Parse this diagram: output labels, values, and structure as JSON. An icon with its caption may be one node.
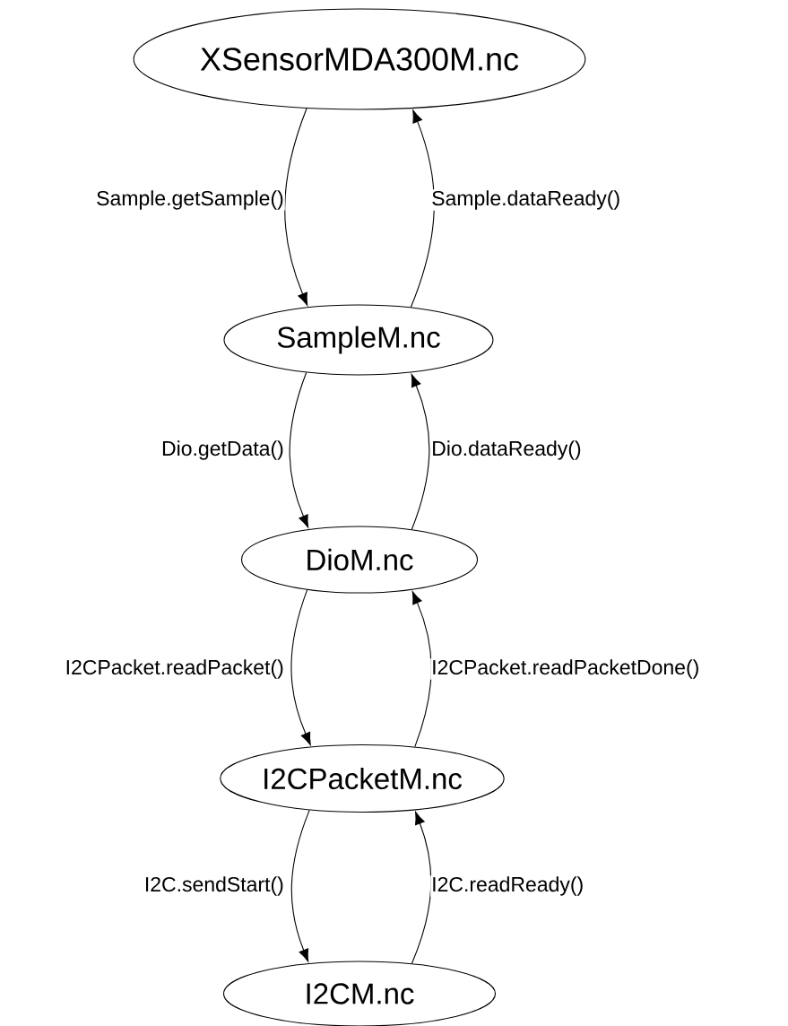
{
  "diagram": {
    "nodes": [
      {
        "text": [
          "XSensorMDA300M.nc"
        ]
      },
      {
        "text": [
          "SampleM.nc"
        ]
      },
      {
        "text": [
          "DioM.nc"
        ]
      },
      {
        "text": [
          "I2CPacketM.nc"
        ]
      },
      {
        "text": [
          "I2CM.nc"
        ]
      }
    ],
    "edges": [
      {
        "from": 0,
        "to": 1,
        "arrow": "to",
        "label": "Sample.getSample()"
      },
      {
        "from": 1,
        "to": 0,
        "arrow": "to",
        "label": "Sample.dataReady()"
      },
      {
        "from": 1,
        "to": 2,
        "arrow": "to",
        "label": "Dio.getData()"
      },
      {
        "from": 2,
        "to": 1,
        "arrow": "to",
        "label": "Dio.dataReady()"
      },
      {
        "from": 2,
        "to": 3,
        "arrow": "to",
        "label": "I2CPacket.readPacket()"
      },
      {
        "from": 3,
        "to": 2,
        "arrow": "to",
        "label": "I2CPacket.readPacketDone()"
      },
      {
        "from": 3,
        "to": 4,
        "arrow": "to",
        "label": "I2C.sendStart()"
      },
      {
        "from": 4,
        "to": 3,
        "arrow": "to",
        "label": "I2C.readReady()"
      }
    ]
  }
}
